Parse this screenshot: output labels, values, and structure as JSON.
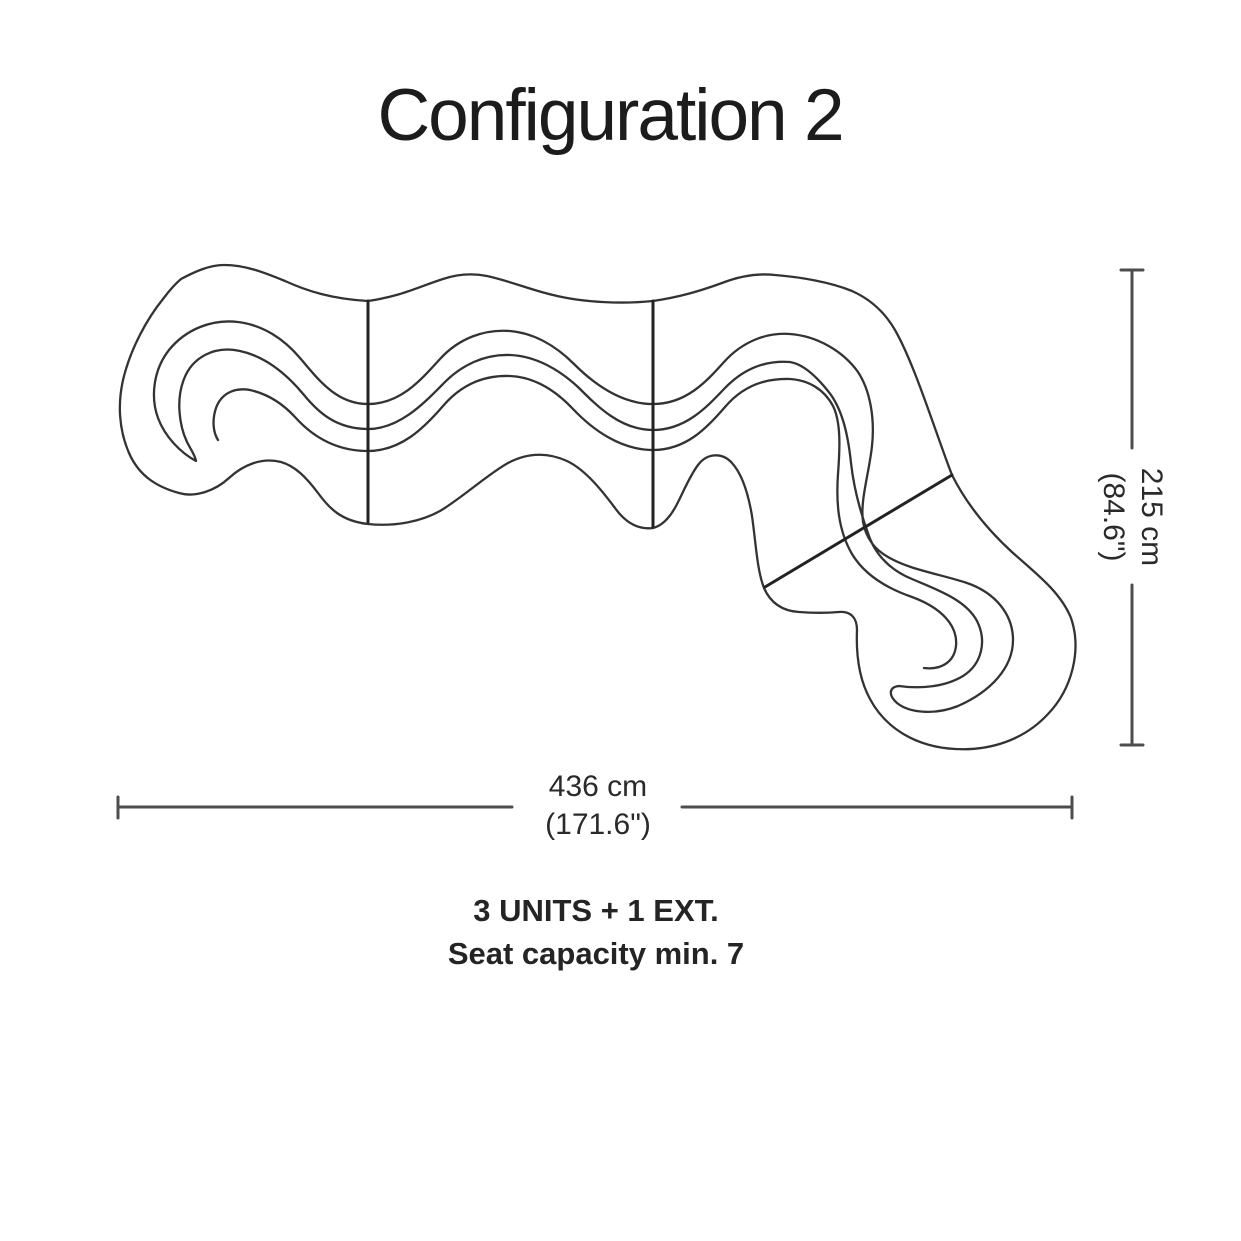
{
  "title": "Configuration 2",
  "dimensions": {
    "height": {
      "metric": "215 cm",
      "imperial": "(84.6\")"
    },
    "width": {
      "metric": "436 cm",
      "imperial": "(171.6\")"
    }
  },
  "caption": {
    "units": "3 UNITS + 1 EXT.",
    "seat_capacity": "Seat capacity min. 7"
  },
  "colors": {
    "ink": "#333333",
    "divider_ink": "#222222",
    "dimension_ink": "#4d4d4d",
    "background": "#ffffff"
  }
}
